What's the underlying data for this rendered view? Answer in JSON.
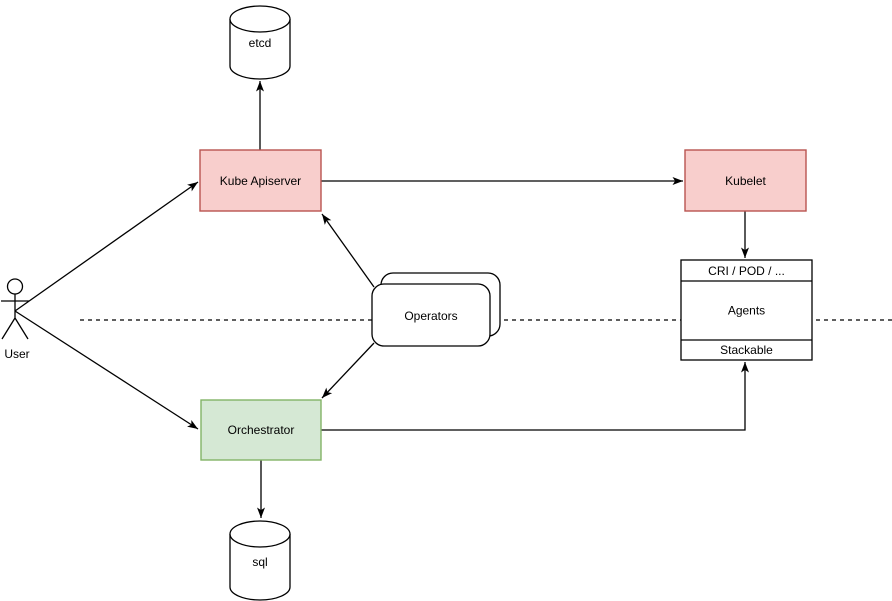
{
  "diagram": {
    "nodes": {
      "etcd": {
        "label": "etcd",
        "shape": "database-cylinder"
      },
      "kube_apiserver": {
        "label": "Kube Apiserver",
        "shape": "rectangle"
      },
      "kubelet": {
        "label": "Kubelet",
        "shape": "rectangle"
      },
      "agents": {
        "header": "CRI / POD / ...",
        "label": "Agents",
        "footer": "Stackable",
        "shape": "stacked-rectangle"
      },
      "operators": {
        "label": "Operators",
        "shape": "stacked-rounded-rectangle"
      },
      "orchestrator": {
        "label": "Orchestrator",
        "shape": "rectangle"
      },
      "sql": {
        "label": "sql",
        "shape": "database-cylinder"
      },
      "user": {
        "label": "User",
        "shape": "actor"
      }
    },
    "edges": [
      {
        "from": "user",
        "to": "kube_apiserver",
        "style": "arrow"
      },
      {
        "from": "user",
        "to": "orchestrator",
        "style": "arrow"
      },
      {
        "from": "kube_apiserver",
        "to": "etcd",
        "style": "arrow"
      },
      {
        "from": "kube_apiserver",
        "to": "kubelet",
        "style": "arrow"
      },
      {
        "from": "kubelet",
        "to": "agents",
        "style": "arrow"
      },
      {
        "from": "operators",
        "to": "kube_apiserver",
        "style": "arrow"
      },
      {
        "from": "operators",
        "to": "orchestrator",
        "style": "arrow"
      },
      {
        "from": "orchestrator",
        "to": "agents_stackable",
        "style": "arrow"
      },
      {
        "from": "orchestrator",
        "to": "sql",
        "style": "arrow"
      }
    ],
    "separator": {
      "style": "dashed-horizontal-line"
    }
  },
  "colors": {
    "red_fill": "#f8cecc",
    "red_stroke": "#b85450",
    "green_fill": "#d5e8d4",
    "green_stroke": "#82b366",
    "plain_fill": "#ffffff",
    "plain_stroke": "#000000",
    "edge": "#000000",
    "text": "#000000",
    "background": "#ffffff"
  }
}
